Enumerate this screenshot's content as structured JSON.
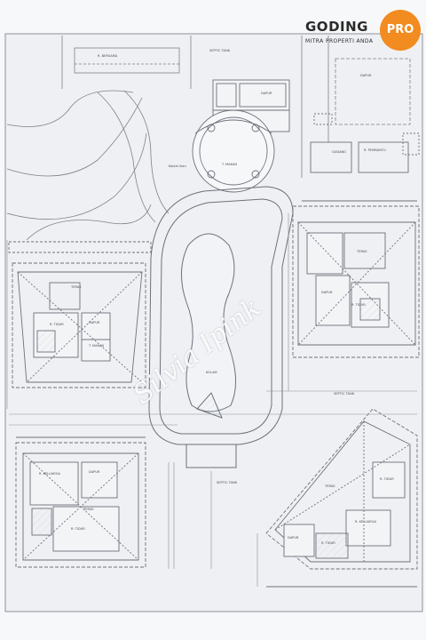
{
  "brand": {
    "name": "GODING",
    "badge": "PRO",
    "tagline": "MITRA PROPERTI ANDA",
    "accent_color": "#f28b20"
  },
  "watermark": "Silvia Ipink",
  "plan": {
    "labels": {
      "r_bersama": "R. BERSAMA",
      "dapur_top": "DAPUR",
      "dapur_right": "DAPUR",
      "r_pembantu": "R. PEMBANTU",
      "gudang": "GUDANG",
      "kolam_ikan": "Kolam ikan",
      "gazebo": "T. MAKAN",
      "teras_left": "TERAS",
      "r_tidur_left": "R. TIDUR",
      "dapur_left": "DAPUR",
      "t_makan_left": "T. MAKAN",
      "r_tidur_right": "R. TIDUR",
      "teras_right": "TERAS",
      "dapur_right2": "DAPUR",
      "pool": "KOLAM",
      "r_keluarga_bl": "R. KELUARGA",
      "dapur_bl": "DAPUR",
      "r_tidur_bl": "R. TIDUR",
      "teras_bl": "TERAS",
      "septic_mid": "SEPTIC TANK",
      "septic_right": "SEPTIC TANK",
      "septic_top": "SEPTIC TANK",
      "r_tidur_br": "R. TIDUR",
      "teras_br": "TERAS",
      "r_keluarga_br": "R. KELUARGA",
      "dapur_br": "DAPUR",
      "r_tidur_br2": "R. TIDUR"
    }
  }
}
